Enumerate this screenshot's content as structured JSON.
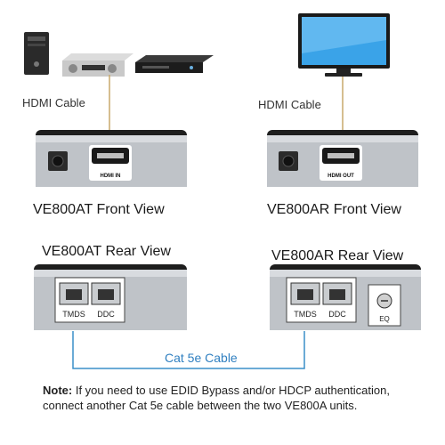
{
  "left": {
    "cable_label": "HDMI Cable",
    "front_title": "VE800AT Front View",
    "rear_title": "VE800AT Rear View",
    "port_label": "HDMI IN",
    "rear_ports": [
      "TMDS",
      "DDC"
    ]
  },
  "right": {
    "cable_label": "HDMI Cable",
    "front_title": "VE800AR Front View",
    "rear_title": "VE800AR Rear View",
    "port_label": "HDMI OUT",
    "rear_ports": [
      "TMDS",
      "DDC"
    ],
    "eq_label": "EQ"
  },
  "cat_cable_label": "Cat 5e Cable",
  "note": {
    "prefix": "Note:",
    "text": " If you need to use EDID Bypass and/or HDCP authentication, connect another Cat 5e cable between the two VE800A units."
  },
  "colors": {
    "cable_line": "#c8a96a",
    "cat_cable": "#3a8fc9",
    "device_body": "#bfc3c8",
    "device_top": "#1e1e1e"
  }
}
